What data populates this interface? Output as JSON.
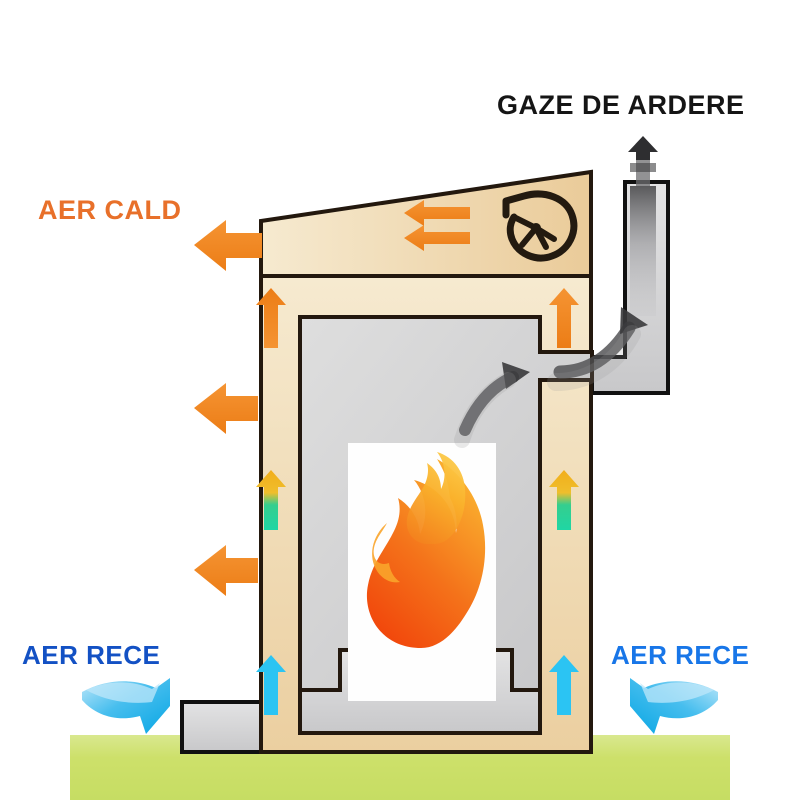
{
  "diagram": {
    "title_semantic": "wood-stove-air-circulation-cross-section",
    "background_color": "#ffffff",
    "labels": {
      "hot_air": "AER CALD",
      "flue_gas": "GAZE DE ARDERE",
      "cold_air_left": "AER RECE",
      "cold_air_right": "AER RECE"
    },
    "label_colors": {
      "hot_air": "#E8702A",
      "flue_gas": "#151515",
      "cold_air_left": "#1351C4",
      "cold_air_right": "#1876E8"
    },
    "palette": {
      "body_cream": "#F3E2BE",
      "body_cream_dark": "#EBD0A3",
      "firebox_gray": "#D8D8D8",
      "firebox_gray_dark": "#C3C3C5",
      "outline": "#23180E",
      "outline_black": "#111111",
      "grass_green": "#CDE06A",
      "arrow_orange": "#F0861E",
      "arrow_cyan": "#2BC4F3",
      "arrow_green": "#25D39A",
      "arrow_amber": "#F0B31E",
      "smoke_gray": "#555555",
      "flame_outer": "#F15A0E",
      "flame_mid": "#F58220",
      "flame_inner": "#F9B233",
      "window_white": "#FEFEFE",
      "pedestal_gray": "#D2D2D2"
    },
    "parts": [
      {
        "name": "sloped-top-plenum",
        "fill": "#F3E2BE"
      },
      {
        "name": "blower-fan",
        "fill": "#23180E"
      },
      {
        "name": "convection-jacket",
        "fill": "#F3E2BE"
      },
      {
        "name": "firebox",
        "fill": "#D8D8D8"
      },
      {
        "name": "fire-window",
        "fill": "#FEFEFE"
      },
      {
        "name": "flame",
        "fill": "#F15A0E"
      },
      {
        "name": "flue-duct",
        "fill": "#D8D8D8"
      },
      {
        "name": "left-pedestal",
        "fill": "#D2D2D2"
      },
      {
        "name": "ground",
        "fill": "#CDE06A"
      }
    ],
    "arrows": {
      "hot_air_out_left": [
        {
          "name": "hot-air-arrow-top",
          "direction": "left",
          "color": "#F0861E"
        },
        {
          "name": "hot-air-arrow-middle",
          "direction": "left",
          "color": "#F0861E"
        },
        {
          "name": "hot-air-arrow-bottom",
          "direction": "left",
          "color": "#F0861E"
        }
      ],
      "plenum_flow": [
        {
          "name": "plenum-arrow-upper",
          "direction": "left",
          "color": "#F0861E"
        },
        {
          "name": "plenum-arrow-lower",
          "direction": "left",
          "color": "#F0861E"
        }
      ],
      "jacket_riser_left": [
        {
          "name": "left-riser-arrow-top",
          "direction": "up",
          "color": "#F0861E"
        },
        {
          "name": "left-riser-arrow-middle",
          "direction": "up",
          "gradient": "green-to-amber"
        },
        {
          "name": "left-riser-arrow-bottom",
          "direction": "up",
          "color": "#2BC4F3"
        }
      ],
      "jacket_riser_right": [
        {
          "name": "right-riser-arrow-top",
          "direction": "up",
          "color": "#F0861E"
        },
        {
          "name": "right-riser-arrow-middle",
          "direction": "up",
          "gradient": "green-to-amber"
        },
        {
          "name": "right-riser-arrow-bottom",
          "direction": "up",
          "color": "#2BC4F3"
        }
      ],
      "cold_air_in": [
        {
          "name": "cold-air-arrow-left",
          "direction": "down-right",
          "color": "#2BC4F3"
        },
        {
          "name": "cold-air-arrow-right",
          "direction": "down-left",
          "color": "#2BC4F3"
        }
      ],
      "smoke": [
        {
          "name": "smoke-arrow-firebox",
          "direction": "up-right",
          "color": "#555555"
        },
        {
          "name": "smoke-arrow-into-flue",
          "direction": "up-right",
          "color": "#555555"
        },
        {
          "name": "smoke-arrow-chimney-out",
          "direction": "up",
          "color": "#333333"
        }
      ]
    }
  }
}
